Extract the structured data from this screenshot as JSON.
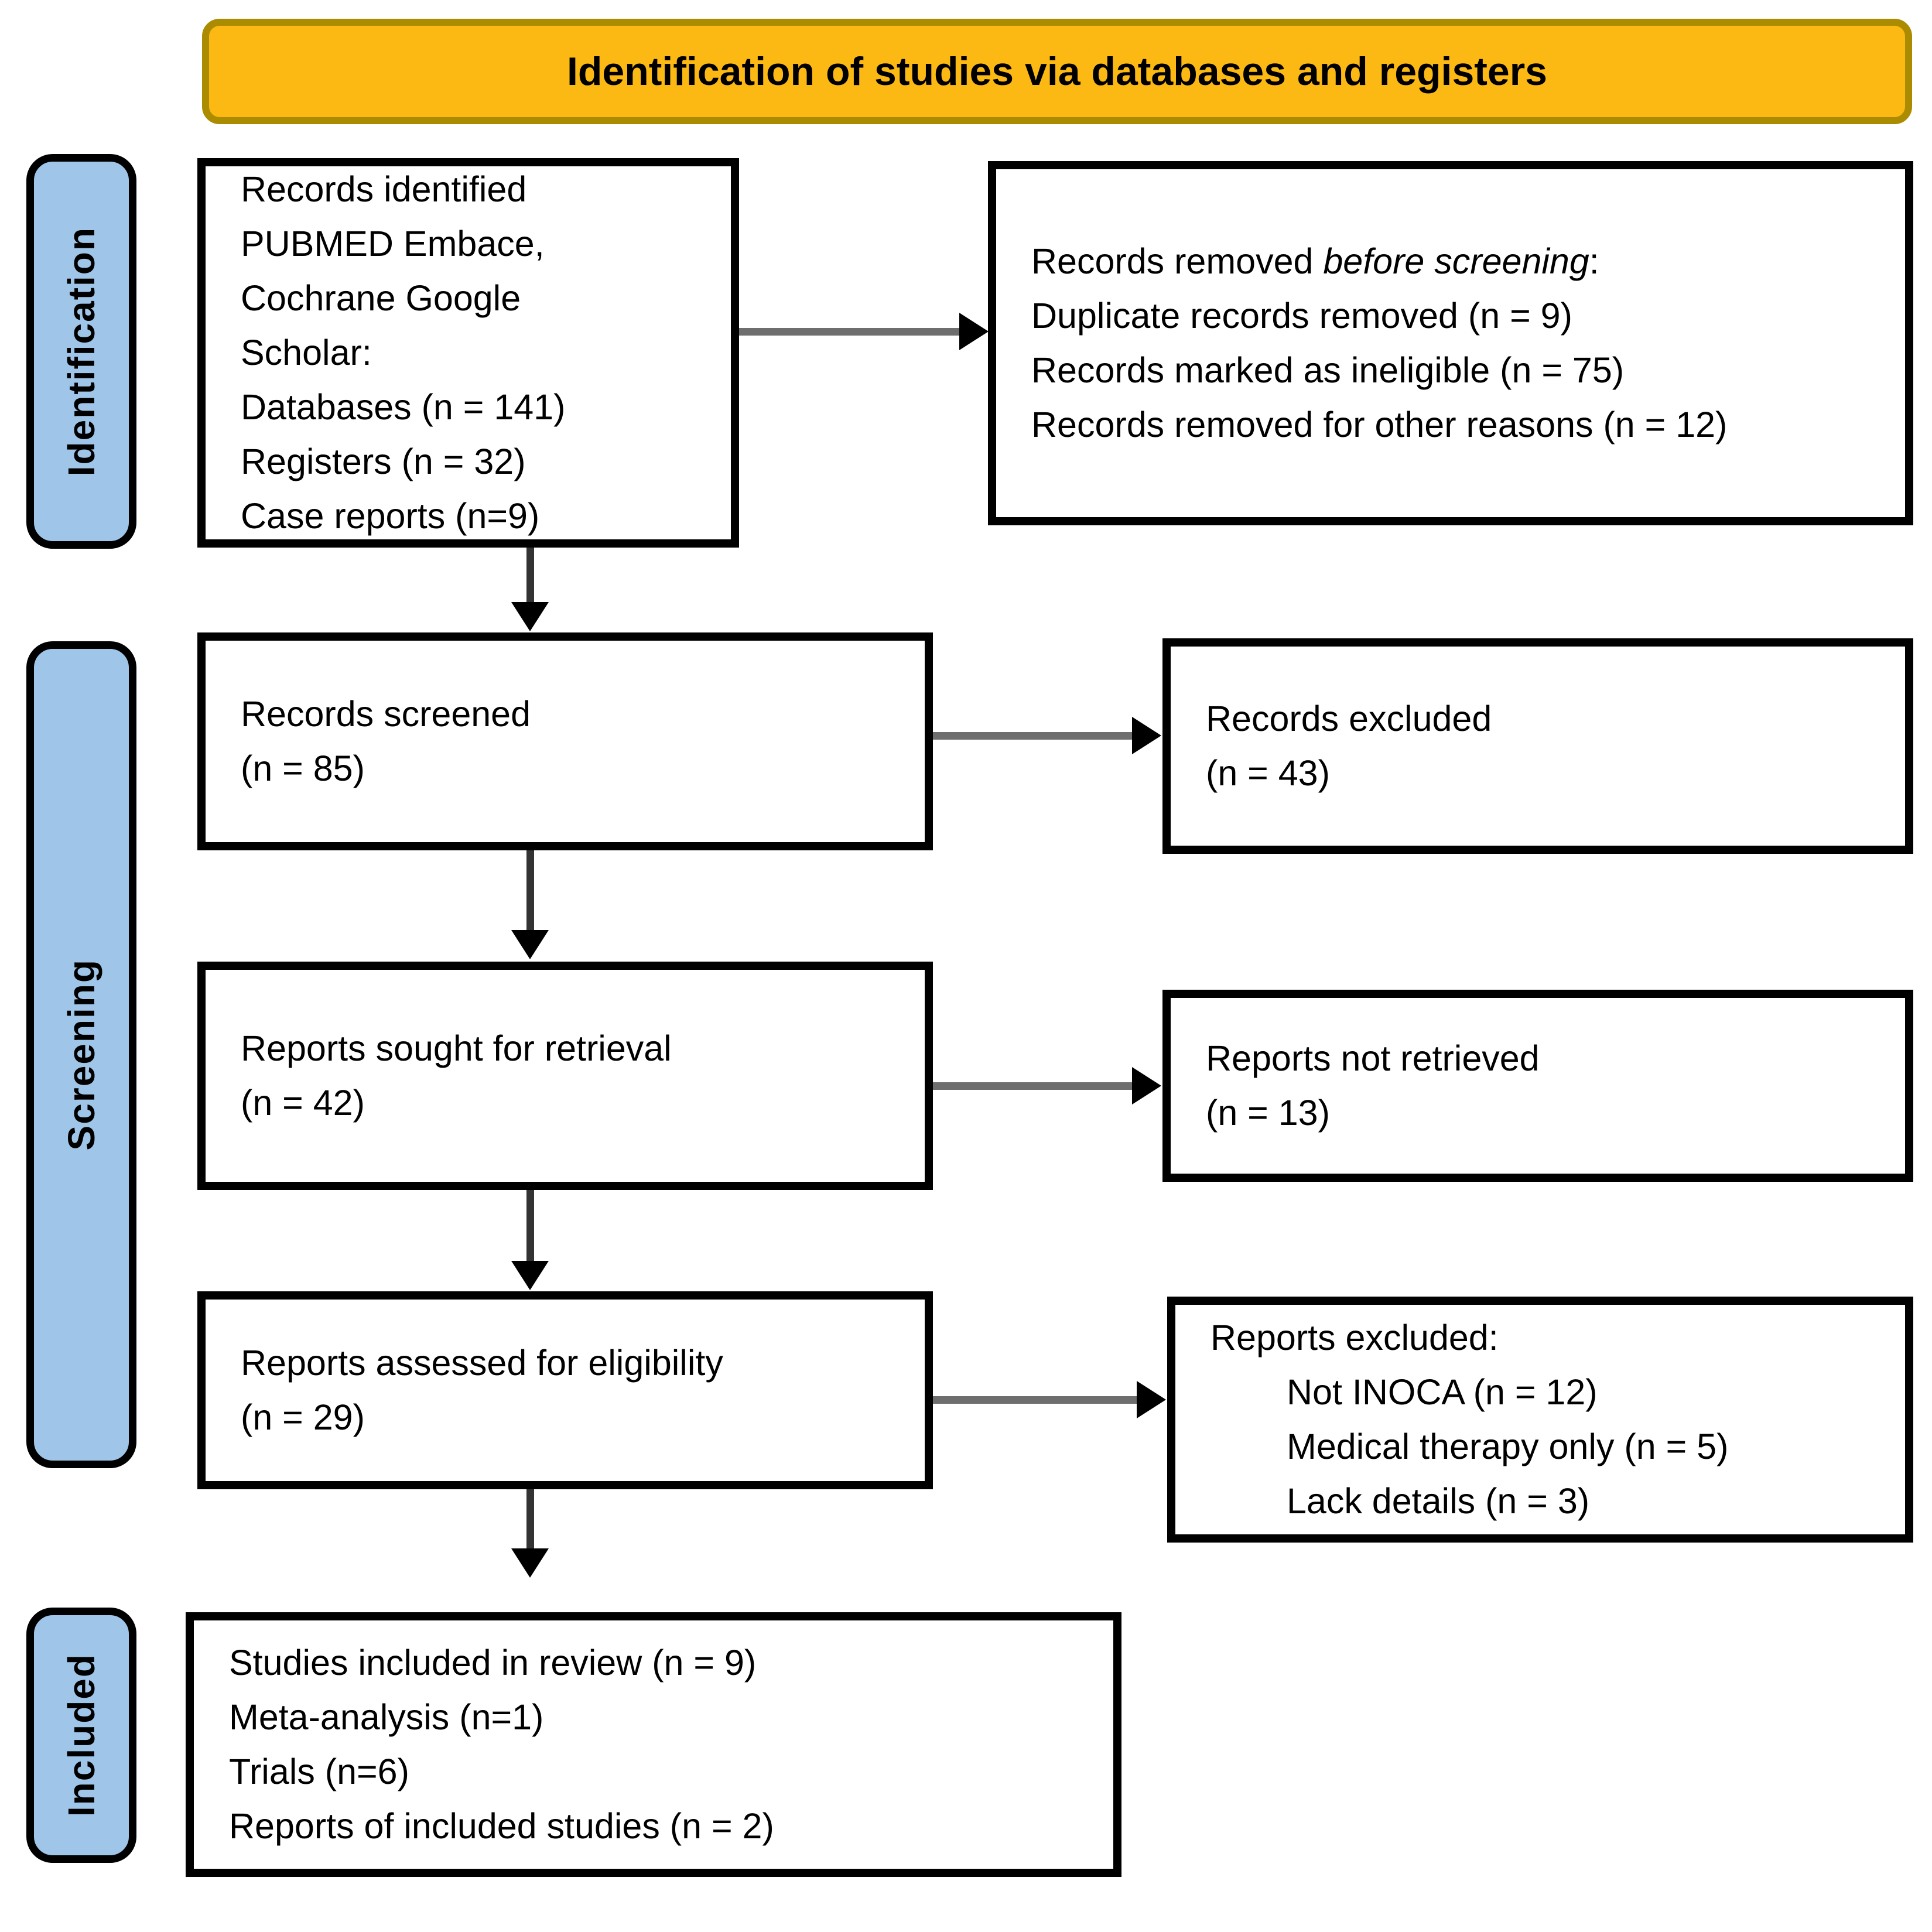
{
  "banner": {
    "title": "Identification of studies via databases and registers"
  },
  "stages": {
    "identification": "Identification",
    "screening": "Screening",
    "included": "Included"
  },
  "boxes": {
    "records_identified": {
      "lines": [
        "Records identified",
        "PUBMED Embace,",
        "Cochrane Google",
        "Scholar:",
        "Databases (n = 141)",
        "Registers (n = 32)",
        "Case reports (n=9)"
      ]
    },
    "records_removed": {
      "line1_prefix": "Records removed ",
      "line1_italic": "before screening",
      "line1_suffix": ":",
      "lines": [
        "Duplicate records removed (n = 9)",
        "Records marked as ineligible (n = 75)",
        "Records removed for other reasons (n = 12)"
      ]
    },
    "records_screened": {
      "lines": [
        "Records screened",
        "(n = 85)"
      ]
    },
    "records_excluded": {
      "lines": [
        "Records excluded",
        "(n = 43)"
      ]
    },
    "reports_sought": {
      "lines": [
        "Reports sought for retrieval",
        "(n = 42)"
      ]
    },
    "reports_not_retrieved": {
      "lines": [
        "Reports not retrieved",
        "(n = 13)"
      ]
    },
    "reports_assessed": {
      "lines": [
        "Reports assessed for eligibility",
        "(n = 29)"
      ]
    },
    "reports_excluded": {
      "header": "Reports excluded:",
      "items": [
        "Not INOCA (n = 12)",
        "Medical therapy only (n = 5)",
        "Lack details (n = 3)"
      ]
    },
    "studies_included": {
      "lines": [
        "Studies included in review (n = 9)",
        "Meta-analysis (n=1)",
        "Trials (n=6)",
        "Reports of included studies (n = 2)"
      ]
    }
  },
  "colors": {
    "banner_fill": "#FCB813",
    "banner_border": "#AB8B00",
    "stage_fill": "#9FC5E8",
    "box_border": "#000000",
    "arrow_shaft_horizontal": "#6E6E6E",
    "arrow_shaft_vertical": "#333333",
    "arrow_head": "#000000"
  }
}
